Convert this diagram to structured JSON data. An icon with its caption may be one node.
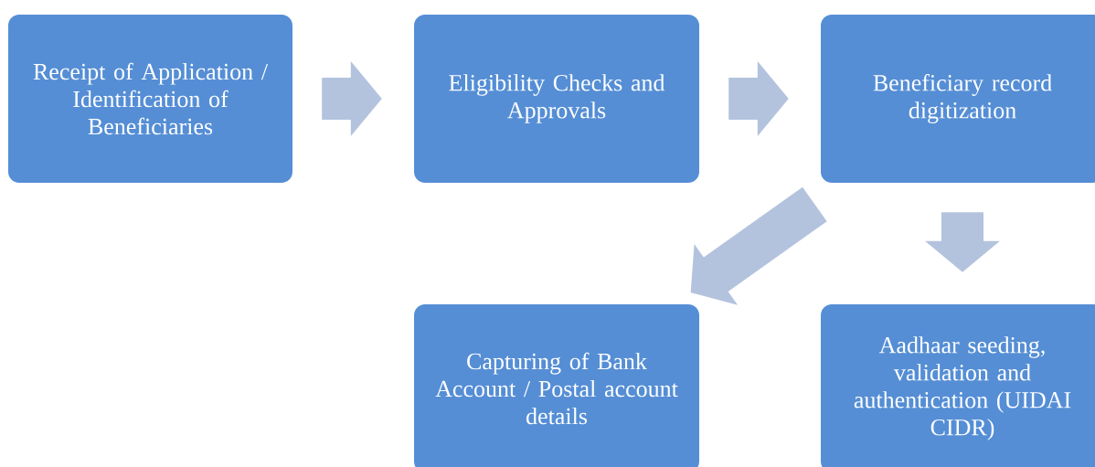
{
  "diagram": {
    "nodes": [
      {
        "text": [
          "Receipt of Application / Identification of Beneficiaries"
        ]
      },
      {
        "text": [
          "Eligibility Checks and Approvals"
        ]
      },
      {
        "text": [
          "Beneficiary record digitization"
        ]
      },
      {
        "text": [
          "Capturing of Bank Account / Postal account details"
        ]
      },
      {
        "text": [
          "Aadhaar seeding, validation and authentication (UIDAI CIDR)"
        ]
      }
    ],
    "edges": [
      {
        "from": 0,
        "to": 1,
        "arrow": "to"
      },
      {
        "from": 1,
        "to": 2,
        "arrow": "to"
      },
      {
        "from": 2,
        "to": 3,
        "arrow": "to"
      },
      {
        "from": 2,
        "to": 4,
        "arrow": "to"
      }
    ]
  }
}
